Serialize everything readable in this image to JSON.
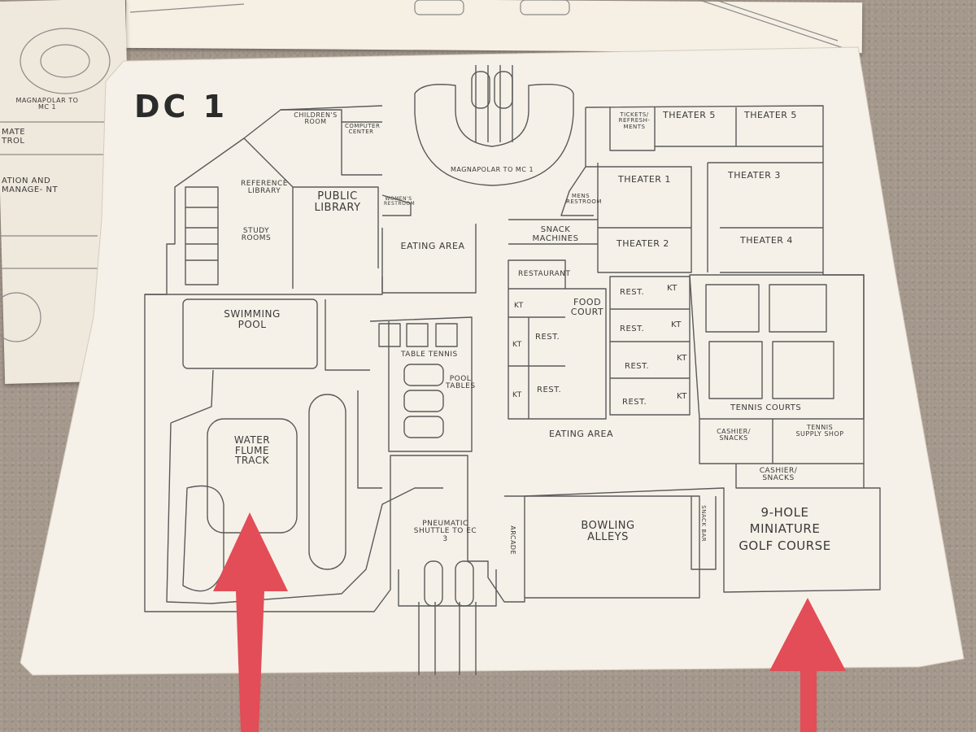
{
  "map": {
    "title": "DC 1",
    "rooms": {
      "childrens_room": "Children's Room",
      "computer_center": "Computer Center",
      "reference_library": "Reference Library",
      "public_library": "Public Library",
      "study_rooms": "Study Rooms",
      "womens_restroom": "Women's Restroom",
      "mens_restroom": "Mens Restroom",
      "magnapolar": "Magnapolar to MC 1",
      "tickets": "Tickets/ Refresh-ments",
      "theater_5a": "Theater 5",
      "theater_5b": "Theater 5",
      "theater_1": "Theater 1",
      "theater_2": "Theater 2",
      "theater_3": "Theater 3",
      "theater_4": "Theater 4",
      "eating_area_upper": "Eating Area",
      "snack_machines": "Snack Machines",
      "restaurant": "Restaurant",
      "food_court": "Food Court",
      "kt": "KT",
      "rest": "Rest.",
      "swimming_pool": "Swimming Pool",
      "table_tennis": "Table Tennis",
      "pool_tables": "Pool Tables",
      "eating_area_lower": "Eating Area",
      "tennis_courts": "Tennis Courts",
      "cashier_snacks_1": "Cashier/ Snacks",
      "tennis_supply": "Tennis Supply Shop",
      "cashier_snacks_2": "Cashier/ Snacks",
      "water_flume": "Water Flume Track",
      "pneumatic": "Pneumatic Shuttle to EC 3",
      "arcade": "Arcade",
      "bowling": "Bowling Alleys",
      "snack_bar": "Snack Bar",
      "mini_golf": "9-Hole Miniature Golf Course"
    },
    "neighbor_sheet": {
      "magnapolar": "Magnapolar to MC 1",
      "frag1": "Mate trol",
      "frag2": "ation and manage- nt"
    }
  },
  "annotations": {
    "arrow_color": "#e24d57",
    "arrow_targets": [
      "water_flume",
      "mini_golf"
    ]
  }
}
